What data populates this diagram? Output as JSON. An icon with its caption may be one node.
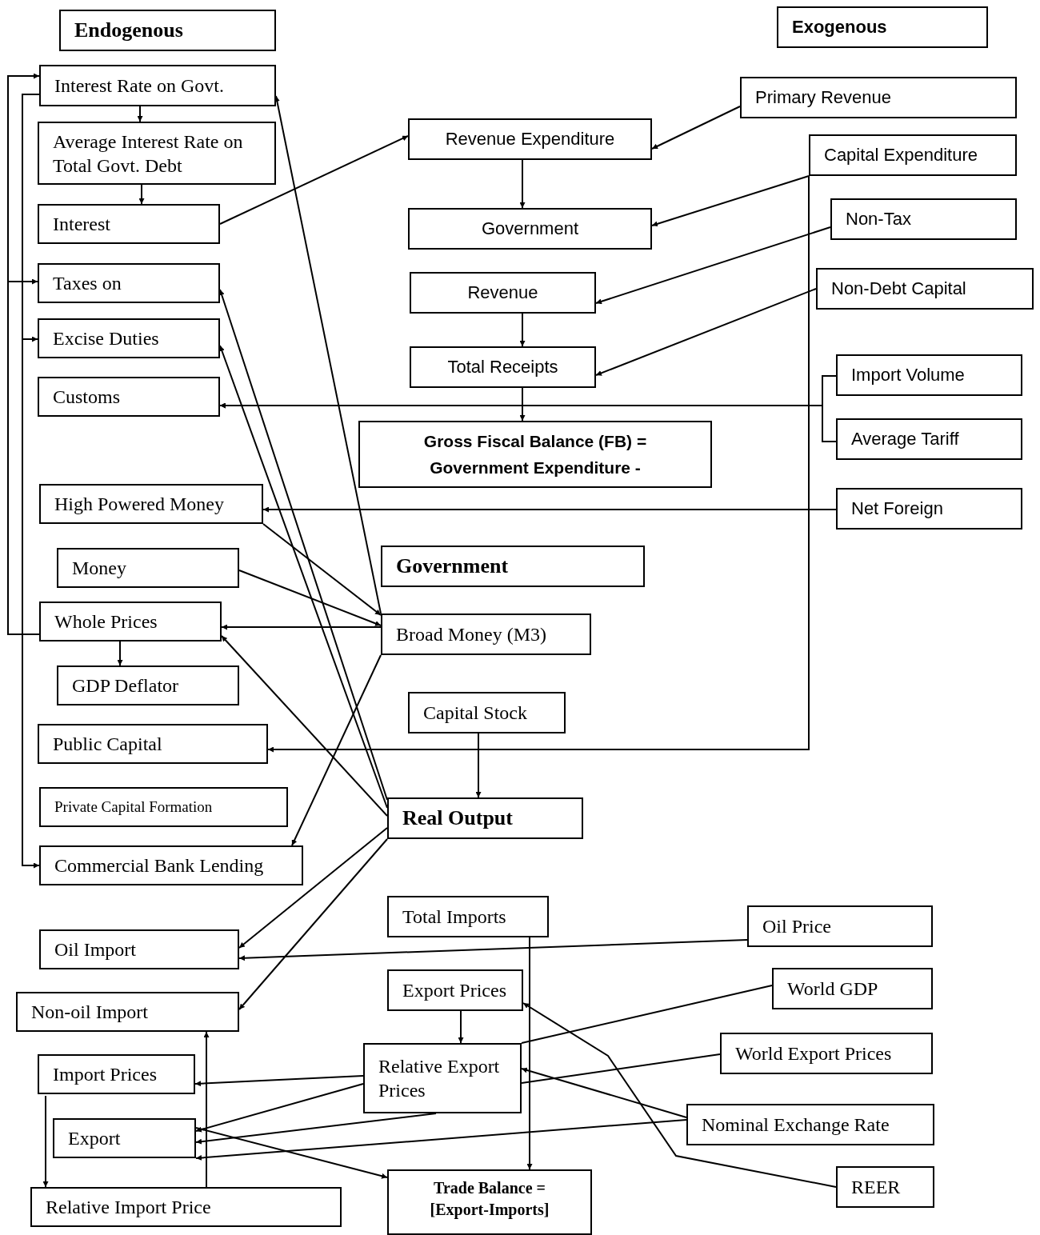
{
  "diagram": {
    "nodes": [
      {
        "text": [
          "Endogenous"
        ]
      },
      {
        "text": [
          "Exogenous"
        ]
      },
      {
        "text": [
          "Interest Rate on Govt."
        ]
      },
      {
        "text": [
          "Average Interest Rate on Total Govt. Debt"
        ]
      },
      {
        "text": [
          "Interest"
        ]
      },
      {
        "text": [
          "Taxes on"
        ]
      },
      {
        "text": [
          "Excise Duties"
        ]
      },
      {
        "text": [
          "Customs"
        ]
      },
      {
        "text": [
          "High Powered Money"
        ]
      },
      {
        "text": [
          "Money"
        ]
      },
      {
        "text": [
          "Whole Prices"
        ]
      },
      {
        "text": [
          "GDP Deflator"
        ]
      },
      {
        "text": [
          "Public Capital"
        ]
      },
      {
        "text": [
          "Private Capital Formation"
        ]
      },
      {
        "text": [
          "Commercial Bank Lending"
        ]
      },
      {
        "text": [
          "Oil Import"
        ]
      },
      {
        "text": [
          "Non-oil Import"
        ]
      },
      {
        "text": [
          "Import Prices"
        ]
      },
      {
        "text": [
          "Export"
        ]
      },
      {
        "text": [
          "Relative Import Price"
        ]
      },
      {
        "text": [
          "Revenue Expenditure"
        ]
      },
      {
        "text": [
          "Government"
        ]
      },
      {
        "text": [
          "Revenue"
        ]
      },
      {
        "text": [
          "Total Receipts"
        ]
      },
      {
        "text": [
          "Gross Fiscal Balance (FB) = Government Expenditure -"
        ]
      },
      {
        "text": [
          "Government"
        ]
      },
      {
        "text": [
          "Broad Money (M3)"
        ]
      },
      {
        "text": [
          "Capital Stock"
        ]
      },
      {
        "text": [
          "Real Output"
        ]
      },
      {
        "text": [
          "Total Imports"
        ]
      },
      {
        "text": [
          "Export Prices"
        ]
      },
      {
        "text": [
          "Relative Export Prices"
        ]
      },
      {
        "text": [
          "Trade Balance = [Export-Imports]"
        ]
      },
      {
        "text": [
          "Primary Revenue"
        ]
      },
      {
        "text": [
          "Capital Expenditure"
        ]
      },
      {
        "text": [
          "Non-Tax"
        ]
      },
      {
        "text": [
          "Non-Debt Capital"
        ]
      },
      {
        "text": [
          "Import Volume"
        ]
      },
      {
        "text": [
          "Average Tariff"
        ]
      },
      {
        "text": [
          "Net Foreign"
        ]
      },
      {
        "text": [
          "Oil Price"
        ]
      },
      {
        "text": [
          "World GDP"
        ]
      },
      {
        "text": [
          "World Export Prices"
        ]
      },
      {
        "text": [
          "Nominal Exchange Rate"
        ]
      },
      {
        "text": [
          "REER"
        ]
      }
    ],
    "edges": [
      {
        "from": 10,
        "to": 2,
        "arrow": "to"
      },
      {
        "from": 10,
        "to": 5,
        "arrow": "to"
      },
      {
        "from": 2,
        "to": 6,
        "arrow": "to"
      },
      {
        "from": 2,
        "to": 14,
        "arrow": "to"
      },
      {
        "from": 2,
        "to": 3,
        "arrow": "to"
      },
      {
        "from": 3,
        "to": 4,
        "arrow": "to"
      },
      {
        "from": 4,
        "to": 20,
        "arrow": "to"
      },
      {
        "from": 26,
        "to": 2,
        "arrow": "to"
      },
      {
        "from": 20,
        "to": 21,
        "arrow": "to"
      },
      {
        "from": 33,
        "to": 20,
        "arrow": "to"
      },
      {
        "from": 34,
        "to": 21,
        "arrow": "to"
      },
      {
        "from": 35,
        "to": 22,
        "arrow": "to"
      },
      {
        "from": 22,
        "to": 23,
        "arrow": "to"
      },
      {
        "from": 36,
        "to": 23,
        "arrow": "to"
      },
      {
        "from": 23,
        "to": 24,
        "arrow": "to"
      },
      {
        "from": 37,
        "to": 7,
        "arrow": "to"
      },
      {
        "from": 38,
        "to": 7,
        "arrow": "to"
      },
      {
        "from": 39,
        "to": 8,
        "arrow": "to"
      },
      {
        "from": 8,
        "to": 26,
        "arrow": "to"
      },
      {
        "from": 9,
        "to": 26,
        "arrow": "to"
      },
      {
        "from": 26,
        "to": 10,
        "arrow": "to"
      },
      {
        "from": 10,
        "to": 11,
        "arrow": "to"
      },
      {
        "from": 34,
        "to": 12,
        "arrow": "to"
      },
      {
        "from": 27,
        "to": 28,
        "arrow": "to"
      },
      {
        "from": 26,
        "to": 14,
        "arrow": "to"
      },
      {
        "from": 28,
        "to": 5,
        "arrow": "to"
      },
      {
        "from": 28,
        "to": 6,
        "arrow": "to"
      },
      {
        "from": 28,
        "to": 10,
        "arrow": "to"
      },
      {
        "from": 28,
        "to": 15,
        "arrow": "to"
      },
      {
        "from": 28,
        "to": 16,
        "arrow": "to"
      },
      {
        "from": 40,
        "to": 15,
        "arrow": "to"
      },
      {
        "from": 29,
        "to": 32,
        "arrow": "to"
      },
      {
        "from": 30,
        "to": 31,
        "arrow": "to"
      },
      {
        "from": 41,
        "to": 31,
        "arrow": "none"
      },
      {
        "from": 42,
        "to": 31,
        "arrow": "none"
      },
      {
        "from": 43,
        "to": 31,
        "arrow": "to"
      },
      {
        "from": 44,
        "to": 30,
        "arrow": "to"
      },
      {
        "from": 31,
        "to": 17,
        "arrow": "to"
      },
      {
        "from": 31,
        "to": 18,
        "arrow": "to"
      },
      {
        "from": 31,
        "to": 18,
        "arrow": "to"
      },
      {
        "from": 43,
        "to": 18,
        "arrow": "to"
      },
      {
        "from": 18,
        "to": 32,
        "arrow": "to"
      },
      {
        "from": 17,
        "to": 19,
        "arrow": "to"
      },
      {
        "from": 19,
        "to": 16,
        "arrow": "to"
      }
    ]
  }
}
